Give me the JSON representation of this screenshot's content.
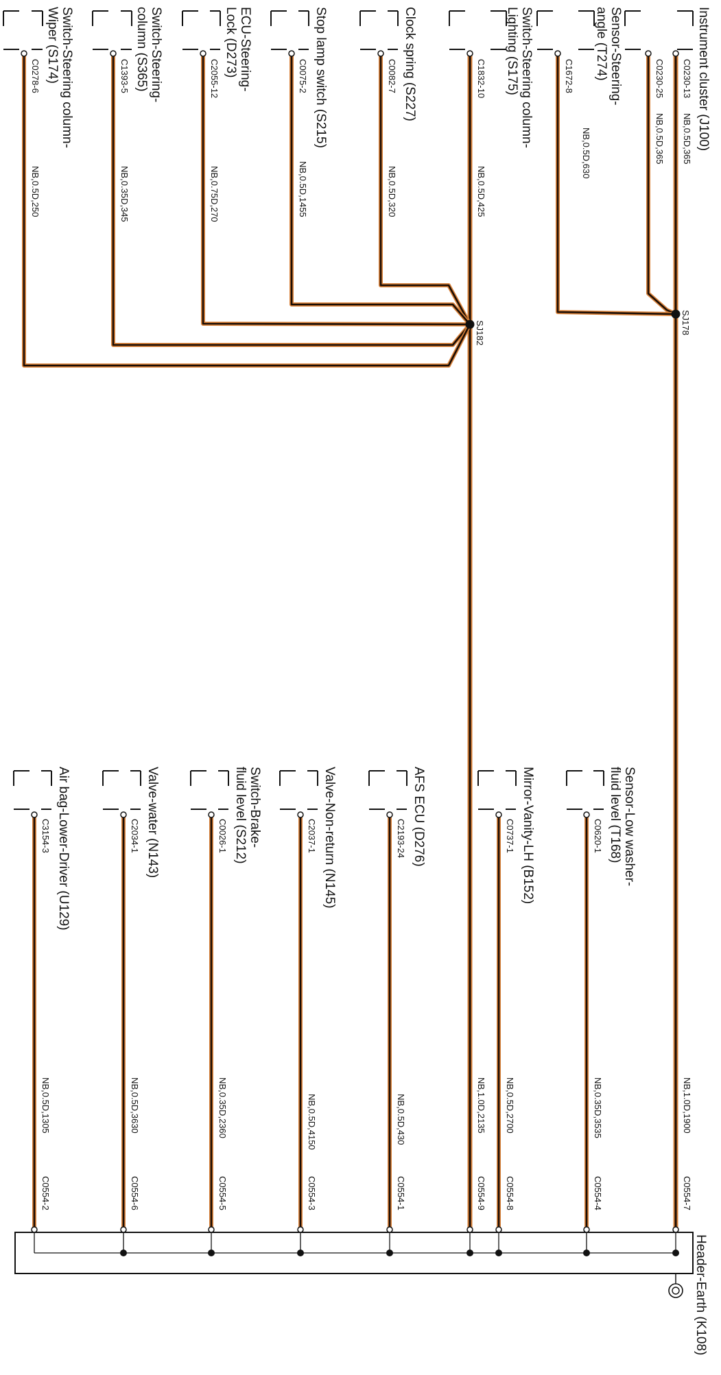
{
  "colors": {
    "wire_core": "#1a0d05",
    "wire_glow": "#d9823a",
    "line": "#111111",
    "background": "#ffffff"
  },
  "header": {
    "title": "Header-Earth (K108)"
  },
  "top_components": [
    {
      "name": "Instrument cluster (J100)",
      "pin": "C0230-13",
      "pin2": "C0230-25",
      "wire": "NB,0.5D,365",
      "wire2": "NB,0.5D,365"
    },
    {
      "name": "Sensor-Steering-angle (T274)",
      "pin": "C1672-8",
      "wire": "NB,0.5D,630"
    },
    {
      "name": "Switch-Steering column-Lighting (S175)",
      "pin": "C1832-10",
      "wire": "NB,0.5D,425"
    },
    {
      "name": "Clock spring (S227)",
      "pin": "C0082-7",
      "wire": "NB,0.5D,320"
    },
    {
      "name": "Stop lamp switch (S215)",
      "pin": "C0075-2",
      "wire": "NB,0.5D,1455"
    },
    {
      "name": "ECU-Steering-Lock (D273)",
      "pin": "C2055-12",
      "wire": "NB,0.75D,270"
    },
    {
      "name": "Switch-Steering-column (S365)",
      "pin": "C1393-5",
      "wire": "NB,0.35D,345"
    },
    {
      "name": "Switch-Steering column-Wiper (S174)",
      "pin": "C0278-6",
      "wire": "NB,0.5D,250"
    }
  ],
  "splices": [
    {
      "id": "SJ178"
    },
    {
      "id": "SJ182"
    }
  ],
  "bottom_components": [
    {
      "name": "Sensor-Low washer-fluid level (T168)",
      "pin": "C0620-1",
      "wire": "NB,0.35D,3535",
      "header_pin": "C0554-4"
    },
    {
      "name": "Mirror-Vanity-LH (B152)",
      "pin": "C0737-1",
      "wire": "NB,0.5D,2700",
      "header_pin": "C0554-8"
    },
    {
      "name": "AFS ECU (D276)",
      "pin": "C2193-24",
      "wire": "NB,0.5D,430",
      "header_pin": "C0554-1"
    },
    {
      "name": "Valve-Non-return (N145)",
      "pin": "C2037-1",
      "wire": "NB,0.5D,4150",
      "header_pin": "C0554-3"
    },
    {
      "name": "Switch-Brake-fluid level (S212)",
      "pin": "C0026-1",
      "wire": "NB,0.35D,2360",
      "header_pin": "C0554-5"
    },
    {
      "name": "Valve-water (N143)",
      "pin": "C2034-1",
      "wire": "NB,0.5D,3630",
      "header_pin": "C0554-6"
    },
    {
      "name": "Air bag-Lower-Driver (U129)",
      "pin": "C3154-3",
      "wire": "NB,0.5D,1305",
      "header_pin": "C0554-2"
    }
  ],
  "trunk_wires": [
    {
      "wire": "NB,1.0D,1900",
      "header_pin": "C0554-7"
    },
    {
      "wire": "NB,1.0D,2135",
      "header_pin": "C0554-9"
    }
  ]
}
